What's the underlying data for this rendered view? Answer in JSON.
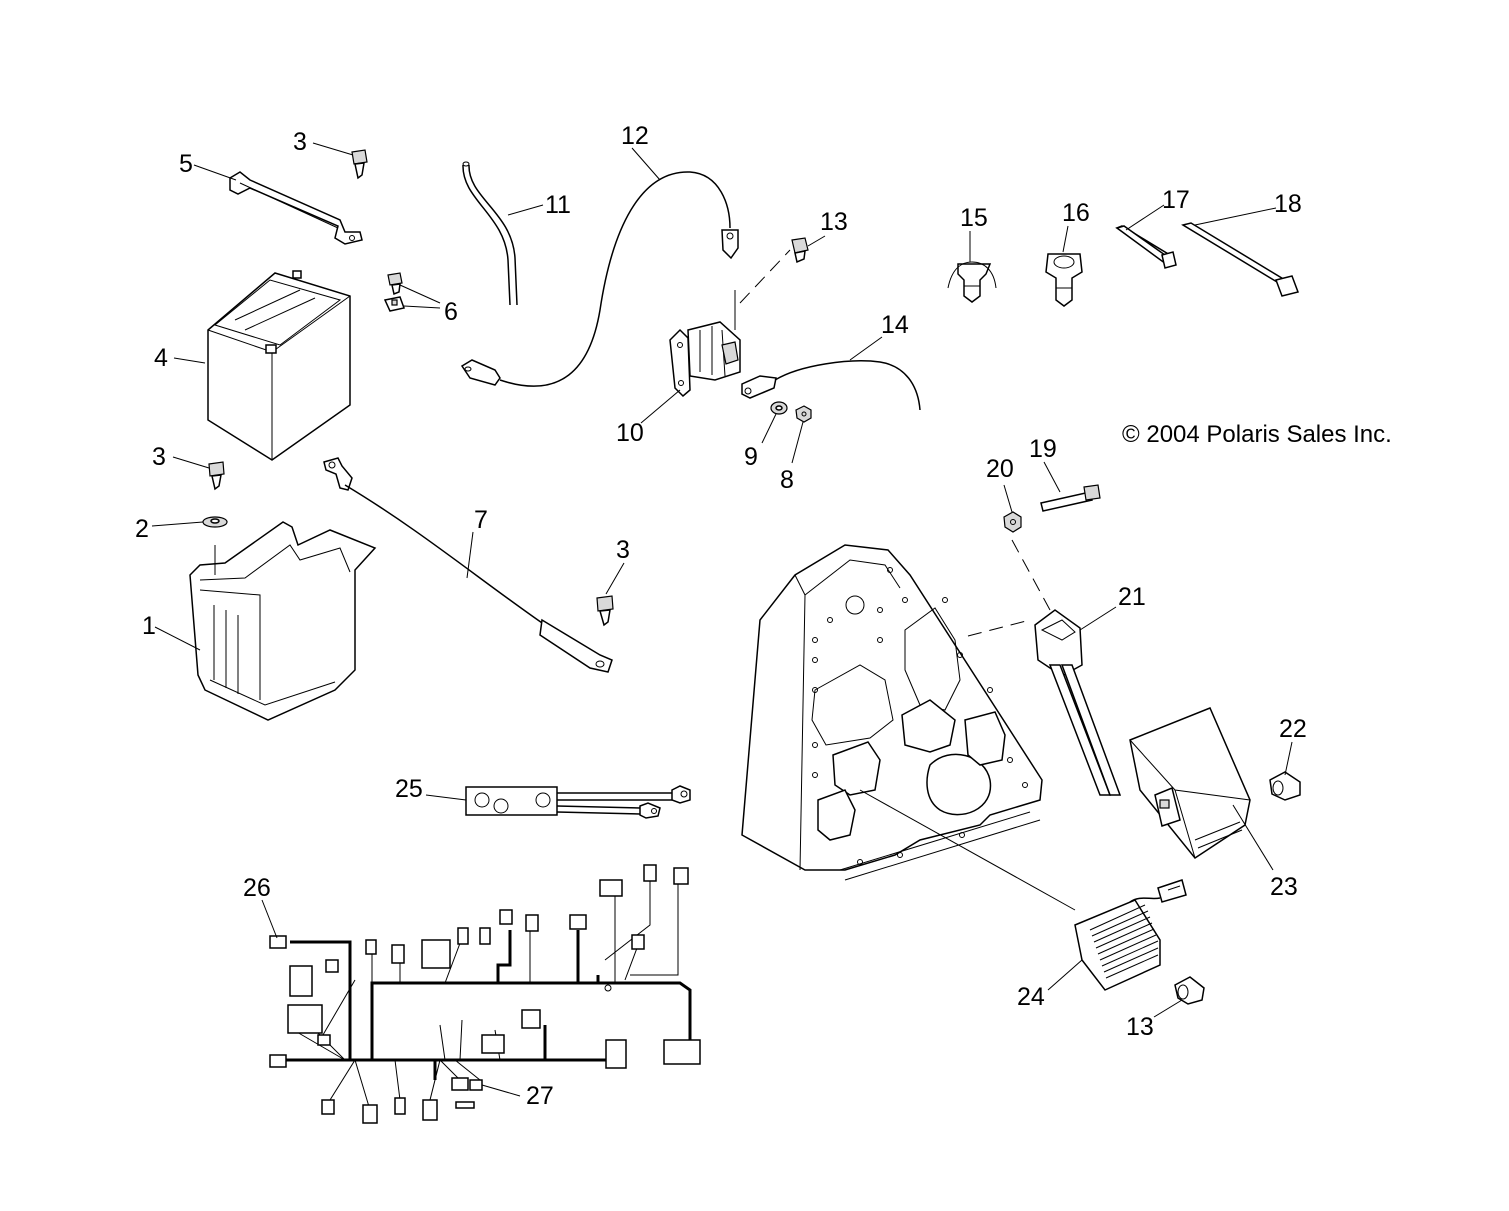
{
  "labels": {
    "l1": "1",
    "l2": "2",
    "l3a": "3",
    "l3b": "3",
    "l3c": "3",
    "l4": "4",
    "l5": "5",
    "l6": "6",
    "l7": "7",
    "l8": "8",
    "l9": "9",
    "l10": "10",
    "l11": "11",
    "l12": "12",
    "l13a": "13",
    "l13b": "13",
    "l14": "14",
    "l15": "15",
    "l16": "16",
    "l17": "17",
    "l18": "18",
    "l19": "19",
    "l20": "20",
    "l21": "21",
    "l22": "22",
    "l23": "23",
    "l24": "24",
    "l25": "25",
    "l26": "26",
    "l27": "27"
  },
  "copyright": "© 2004 Polaris Sales Inc."
}
